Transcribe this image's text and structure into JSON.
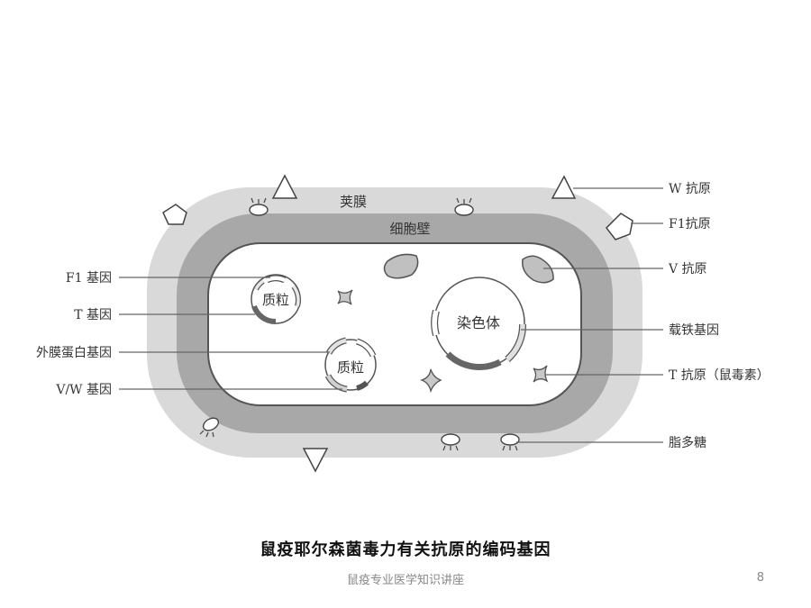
{
  "diagram": {
    "capsule_label": "荚膜",
    "cell_wall_label": "细胞壁",
    "plasmid_label": "质粒",
    "chromosome_label": "染色体",
    "left_labels": [
      "F1 基因",
      "T 基因",
      "外膜蛋白基因",
      "V/W 基因"
    ],
    "right_labels": [
      "W 抗原",
      "F1抗原",
      "V 抗原",
      "载铁基因",
      "T 抗原（鼠毒素）",
      "脂多糖"
    ],
    "colors": {
      "capsule": "#d9d9d9",
      "cell_wall": "#a8a8a8",
      "cytoplasm": "#ffffff",
      "outline": "#555555",
      "gene_dark": "#666666",
      "gene_light": "#c8c8c8"
    }
  },
  "caption": "鼠疫耶尔森菌毒力有关抗原的编码基因",
  "footer": "鼠疫专业医学知识讲座",
  "page_number": "8"
}
